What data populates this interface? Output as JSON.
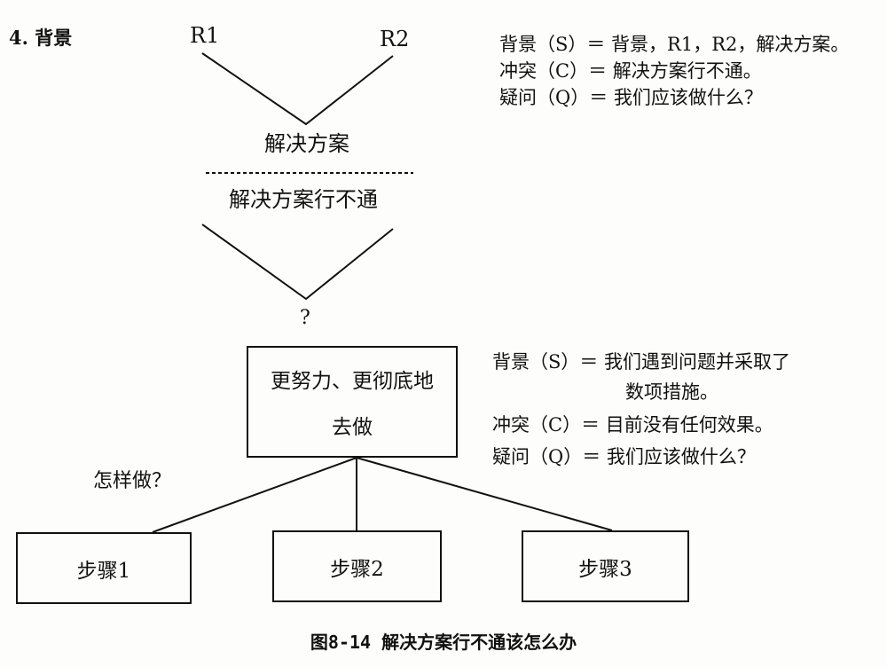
{
  "section_label": "4. 背景",
  "top_diagram": {
    "r1": "R1",
    "r2": "R2",
    "solution": "解决方案",
    "solution_fails": "解决方案行不通",
    "question_mark": "?"
  },
  "scq_top": [
    "背景（S）＝ 背景，R1，R2，解决方案。",
    "冲突（C）＝ 解决方案行不通。",
    "疑问（Q）＝ 我们应该做什么？"
  ],
  "tree": {
    "root_line1": "更努力、更彻底地",
    "root_line2": "去做",
    "how_label": "怎样做？",
    "steps": [
      "步骤1",
      "步骤2",
      "步骤3"
    ]
  },
  "scq_bottom": {
    "s_line1": "背景（S）＝ 我们遇到问题并采取了",
    "s_line2": "数项措施。",
    "c": "冲突（C）＝ 目前没有任何效果。",
    "q": "疑问（Q）＝ 我们应该做什么？"
  },
  "caption": "图8-14 解决方案行不通该怎么办"
}
